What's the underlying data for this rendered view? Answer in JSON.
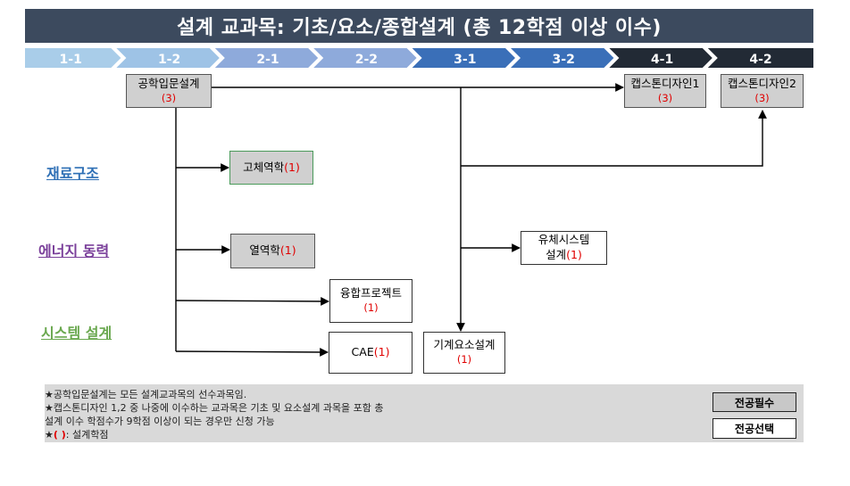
{
  "title": "설계 교과목: 기초/요소/종합설계 (총 12학점 이상 이수)",
  "semesters": [
    {
      "label": "1-1",
      "color": "#a9cde9"
    },
    {
      "label": "1-2",
      "color": "#9ec3e6"
    },
    {
      "label": "2-1",
      "color": "#8eaadb"
    },
    {
      "label": "2-2",
      "color": "#8eaadb"
    },
    {
      "label": "3-1",
      "color": "#3a6fb8"
    },
    {
      "label": "3-2",
      "color": "#3a6fb8"
    },
    {
      "label": "4-1",
      "color": "#222a35"
    },
    {
      "label": "4-2",
      "color": "#222a35"
    }
  ],
  "categories": {
    "materials": {
      "label": "재료구조",
      "color": "#2e6fb5"
    },
    "energy": {
      "label": "에너지 동력",
      "color": "#7a3f9a"
    },
    "system": {
      "label": "시스템 설계",
      "color": "#6aa84f"
    }
  },
  "courses": {
    "intro": {
      "name": "공학입문설계",
      "credit": "(3)"
    },
    "capstone1": {
      "name": "캡스톤디자인1",
      "credit": "(3)"
    },
    "capstone2": {
      "name": "캡스톤디자인2",
      "credit": "(3)"
    },
    "solid": {
      "name": "고체역학",
      "credit": "(1)"
    },
    "thermo": {
      "name": "열역학",
      "credit": "(1)"
    },
    "fusion": {
      "name": "융합프로젝트",
      "credit": "(1)"
    },
    "cae": {
      "name": "CAE",
      "credit": "(1)"
    },
    "fluid": {
      "name_line1": "유체시스템",
      "name_line2": "설계",
      "credit": "(1)"
    },
    "machine": {
      "name": "기계요소설계",
      "credit": "(1)"
    }
  },
  "notes": {
    "line1": "★공학입문설계는 모든 설계교과목의 선수과목임.",
    "line2": "★캡스톤디자인 1,2 중 나중에 이수하는 교과목은 기초 및 요소설계 과목을 포함 총",
    "line3": "설계 이수 학점수가 9학점 이상이 되는 경우만 신청 가능",
    "line4_star": "★",
    "line4_paren": "(   )",
    "line4_text": ": 설계학점"
  },
  "legend": {
    "required": "전공필수",
    "elective": "전공선택"
  }
}
